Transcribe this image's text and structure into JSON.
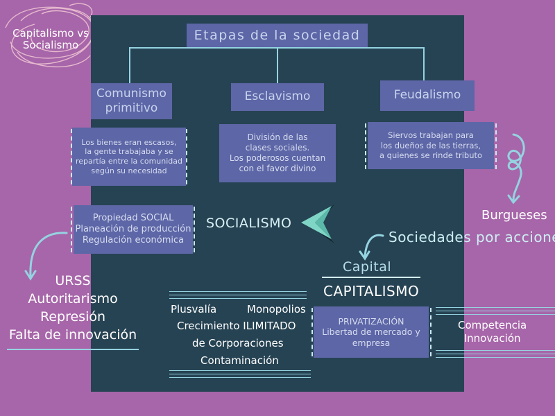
{
  "corner_title": [
    "Capitalismo vs",
    "Socialismo"
  ],
  "header": "Etapas de la sociedad",
  "stages": {
    "comunismo": [
      "Comunismo",
      "primitivo"
    ],
    "esclavismo": "Esclavismo",
    "feudalismo": "Feudalismo"
  },
  "descriptions": {
    "comunismo": [
      "Los bienes eran escasos,",
      "la gente trabajaba y se",
      "repartía entre la comunidad",
      "según su necesidad"
    ],
    "esclavismo": [
      "División de las",
      "clases sociales.",
      "Los poderosos cuentan",
      "con el favor divino"
    ],
    "feudalismo": [
      "Siervos trabajan para",
      "los dueños de las tierras,",
      "a quienes se rinde tributo"
    ]
  },
  "socialism_box": [
    "Propiedad SOCIAL",
    "Planeación de producción",
    "Regulación económica"
  ],
  "socialismo_label": "SOCIALISMO",
  "burgueses": "Burgueses",
  "sociedades": "Sociedades por acciones",
  "capital": "Capital",
  "capitalismo_label": "CAPITALISMO",
  "ussr_traits": [
    "URSS",
    "Autoritarismo",
    "Represión",
    "Falta de innovación"
  ],
  "capitalism_effects": {
    "plusvalia": "Plusvalía",
    "monopolios": "Monopolios",
    "crecimiento": "Crecimiento ILIMITADO",
    "corporaciones": "de Corporaciones",
    "contaminacion": "Contaminación"
  },
  "capitalism_box": {
    "title": "PRIVATIZACIÓN",
    "lines": [
      "Libertad de mercado y",
      "empresa"
    ]
  },
  "competencia": [
    "Competencia",
    "Innovación"
  ],
  "colors": {
    "background": "#a766a9",
    "panel": "#264353",
    "box": "#5d66a6",
    "accent": "#95d3e1",
    "text_light": "#d6dcf0"
  },
  "icons": [
    "scribble-decoration",
    "curly-arrow-icon",
    "curved-arrow-icon",
    "chevron-arrow-icon"
  ]
}
